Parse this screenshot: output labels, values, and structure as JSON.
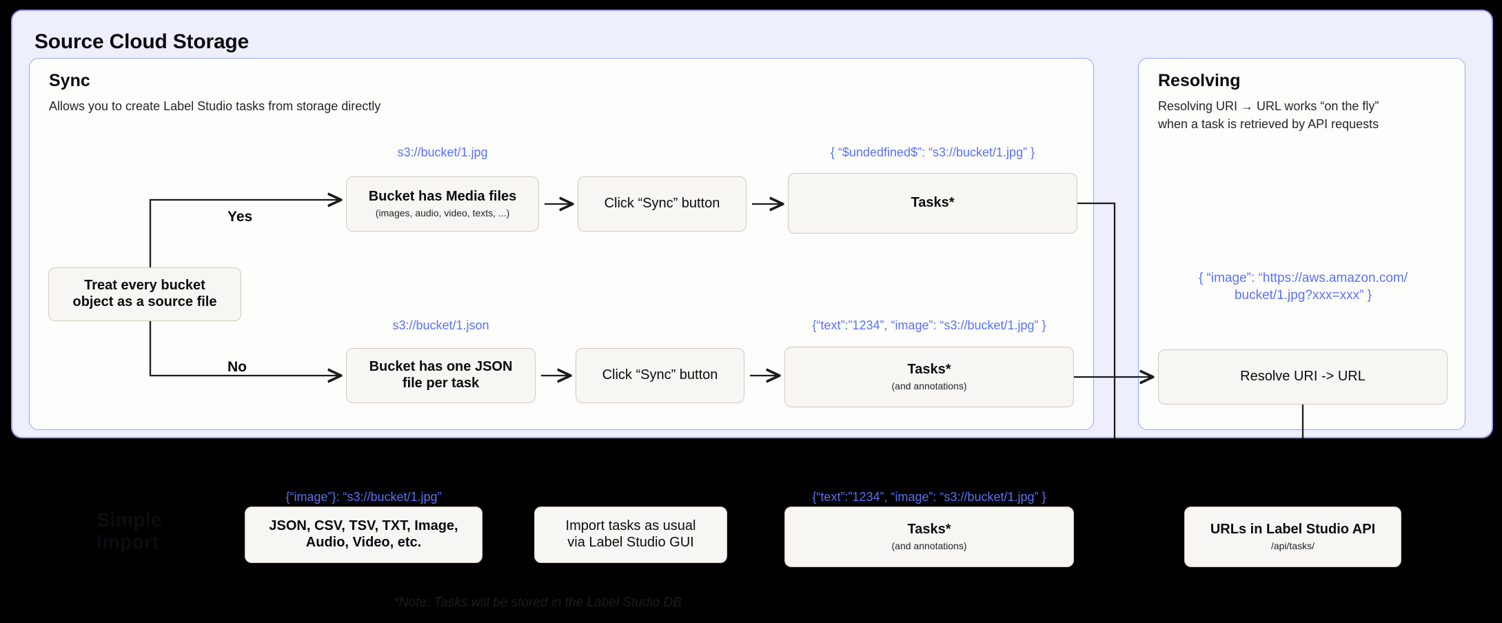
{
  "diagram": {
    "outer_panel_title": "Source Cloud Storage",
    "accent_border": "#9AA4F2",
    "accent_panel_bg": "#EDEFFD",
    "annotation_color": "#5B72F2",
    "box_bg": "#F7F6F2",
    "box_border": "#CFC9BE",
    "page_bg": "#000000"
  },
  "sync_panel": {
    "title": "Sync",
    "subtitle": "Allows you to create Label Studio tasks from storage directly",
    "decision": {
      "label": "Treat every bucket\nobject as a source file",
      "yes_label": "Yes",
      "no_label": "No"
    },
    "yes_branch": {
      "annotation": "s3://bucket/1.jpg",
      "step1_title": "Bucket has Media files",
      "step1_sub": "(images, audio, video, texts, ...)",
      "step2_title": "Click “Sync” button",
      "result_annotation": "{ “$undedfined$”: “s3://bucket/1.jpg” }",
      "result_title": "Tasks*",
      "result_sub": ""
    },
    "no_branch": {
      "annotation": "s3://bucket/1.json",
      "step1_title": "Bucket has one JSON\nfile per task",
      "step2_title": "Click “Sync” button",
      "result_annotation": "{“text”:”1234”,  “image”: “s3://bucket/1.jpg” }",
      "result_title": "Tasks*",
      "result_sub": "(and annotations)"
    }
  },
  "resolving_panel": {
    "title": "Resolving",
    "subtitle": "Resolving URI → URL works “on the fly”\nwhen a task is retrieved by API requests",
    "annotation": "{ “image”: “https://aws.amazon.com/\nbucket/1.jpg?xxx=xxx” }",
    "box_title": "Resolve URI -> URL"
  },
  "bottom_row": {
    "ghost_label": "Simple\nImport",
    "formats_annotation": "{“image”}: “s3://bucket/1.jpg”",
    "formats_title": "JSON, CSV, TSV, TXT, Image,\nAudio, Video, etc.",
    "import_title": "Import tasks as usual\nvia Label Studio GUI",
    "tasks_annotation": "{“text”:”1234”,  “image”: “s3://bucket/1.jpg” }",
    "tasks_title": "Tasks*",
    "tasks_sub": "(and annotations)",
    "urls_title": "URLs in Label Studio API",
    "urls_sub": "/api/tasks/"
  },
  "footnote": "*Note: Tasks will be stored in the Label Studio DB"
}
